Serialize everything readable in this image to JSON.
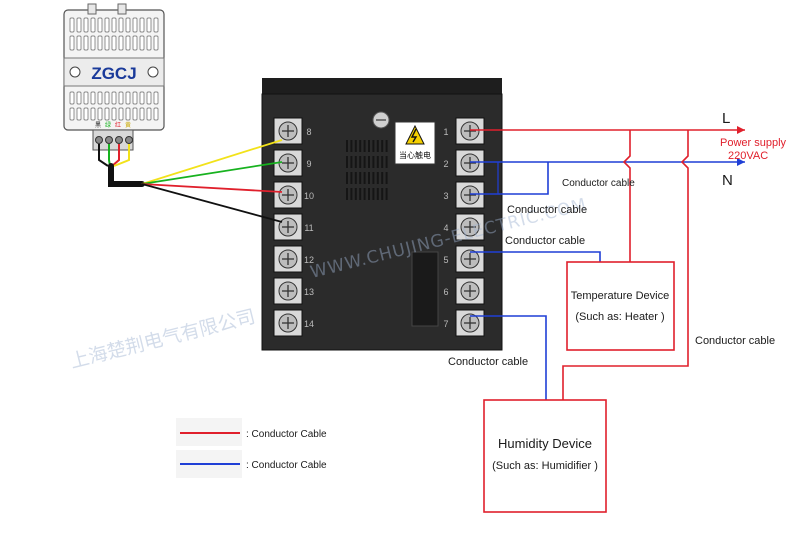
{
  "sensor": {
    "brand": "ZGCJ",
    "pin_labels": [
      "黑",
      "绿",
      "红",
      "黄"
    ]
  },
  "controller": {
    "left_terminals": [
      "8",
      "9",
      "10",
      "11",
      "12",
      "13",
      "14"
    ],
    "right_terminals": [
      "1",
      "2",
      "3",
      "4",
      "5",
      "6",
      "7"
    ],
    "warning_text": "当心触电"
  },
  "power": {
    "line_label": "L",
    "neutral_label": "N",
    "supply_label": "Power supply",
    "voltage_label": "220VAC"
  },
  "cable_labels": {
    "c1": "Conductor cable",
    "c2": "Conductor cable",
    "c3": "Conductor cable",
    "c4": "Conductor cable",
    "c5": "Conductor cable"
  },
  "devices": {
    "temperature": {
      "title": "Temperature Device",
      "subtitle": "(Such as: Heater )"
    },
    "humidity": {
      "title": "Humidity Device",
      "subtitle": "(Such as: Humidifier )"
    }
  },
  "legend": {
    "red_label": ": Conductor Cable",
    "blue_label": ": Conductor Cable"
  },
  "watermark": {
    "chinese": "上海楚荆电气有限公司",
    "url": "WWW.CHUJING-ELECTRIC.COM"
  },
  "colors": {
    "red_wire": "#e0202c",
    "blue_wire": "#1f3fd6",
    "yellow_wire": "#f2e21a",
    "green_wire": "#17b21f",
    "black_wire": "#111111",
    "controller_body": "#2b2b2b"
  }
}
